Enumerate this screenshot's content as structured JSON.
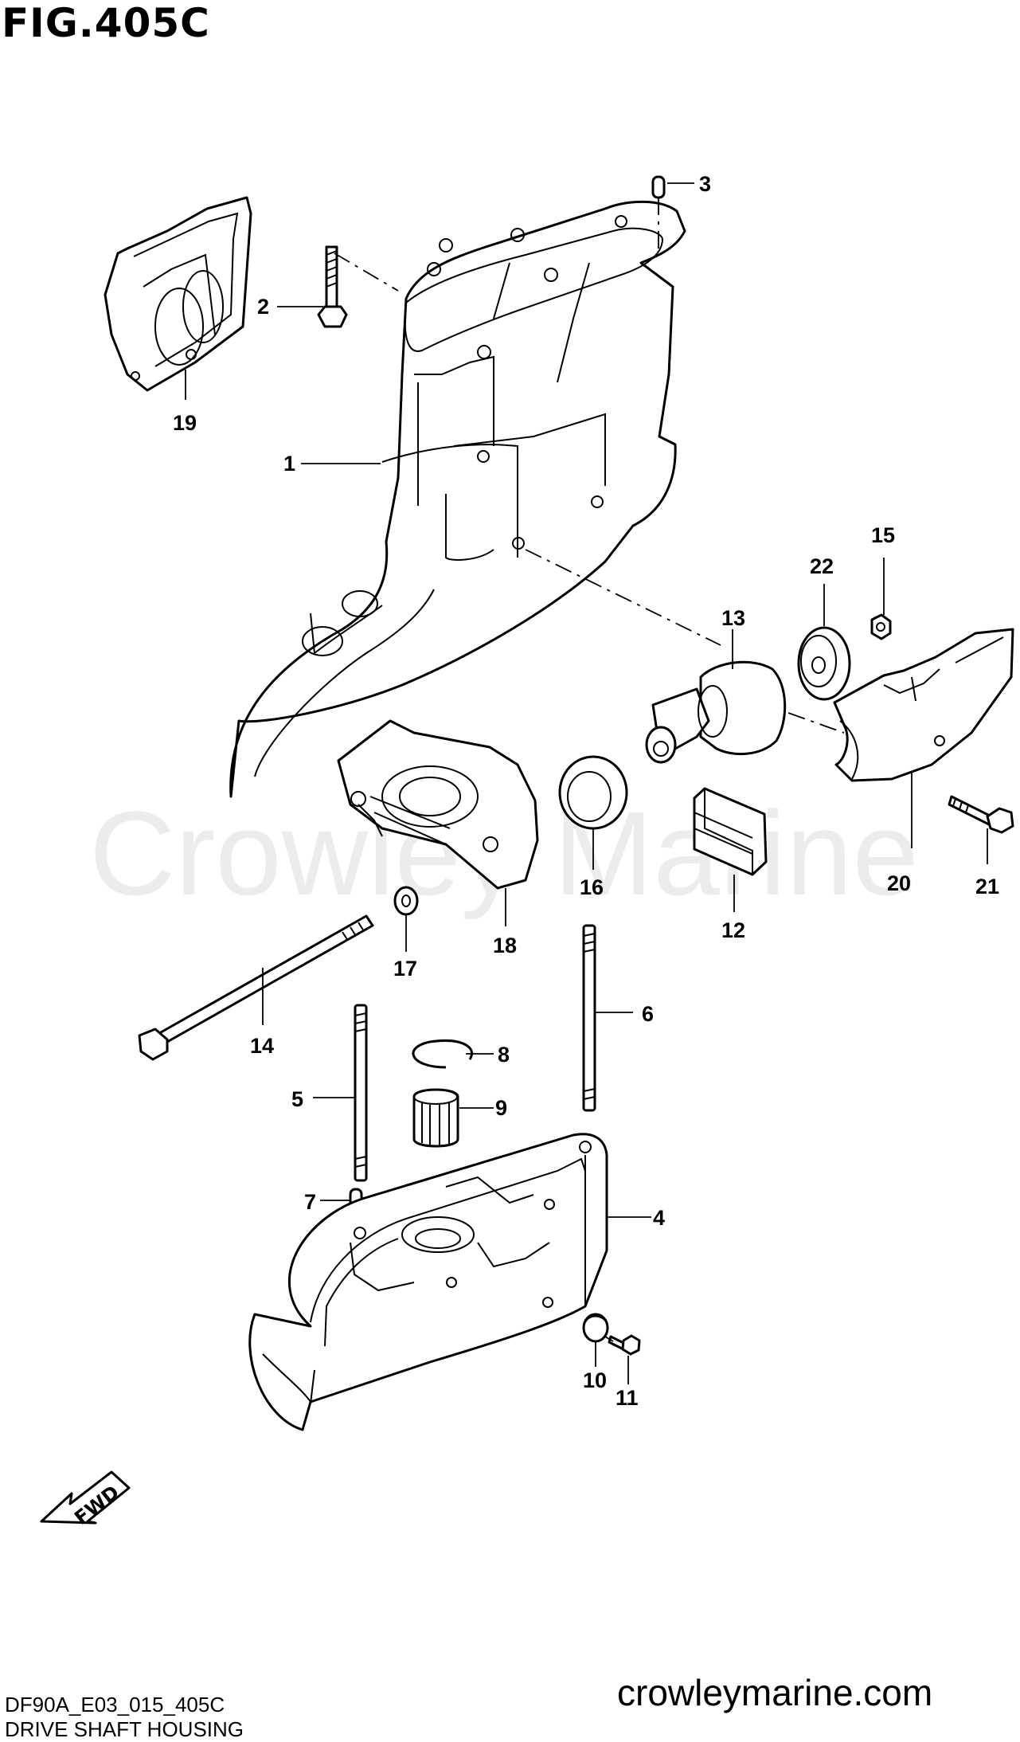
{
  "figure": {
    "title": "FIG.405C",
    "drawing_code": "DF90A_E03_015_405C",
    "name": "DRIVE SHAFT HOUSING",
    "website": "crowleymarine.com",
    "watermark": "Crowley Marine",
    "fwd_label": "FWD"
  },
  "callouts": [
    {
      "id": "1",
      "label": "1"
    },
    {
      "id": "2",
      "label": "2"
    },
    {
      "id": "3",
      "label": "3"
    },
    {
      "id": "4",
      "label": "4"
    },
    {
      "id": "5",
      "label": "5"
    },
    {
      "id": "6",
      "label": "6"
    },
    {
      "id": "7",
      "label": "7"
    },
    {
      "id": "8",
      "label": "8"
    },
    {
      "id": "9",
      "label": "9"
    },
    {
      "id": "10",
      "label": "10"
    },
    {
      "id": "11",
      "label": "11"
    },
    {
      "id": "12",
      "label": "12"
    },
    {
      "id": "13",
      "label": "13"
    },
    {
      "id": "14",
      "label": "14"
    },
    {
      "id": "15",
      "label": "15"
    },
    {
      "id": "16",
      "label": "16"
    },
    {
      "id": "17",
      "label": "17"
    },
    {
      "id": "18",
      "label": "18"
    },
    {
      "id": "19",
      "label": "19"
    },
    {
      "id": "20",
      "label": "20"
    },
    {
      "id": "21",
      "label": "21"
    },
    {
      "id": "22",
      "label": "22"
    }
  ]
}
